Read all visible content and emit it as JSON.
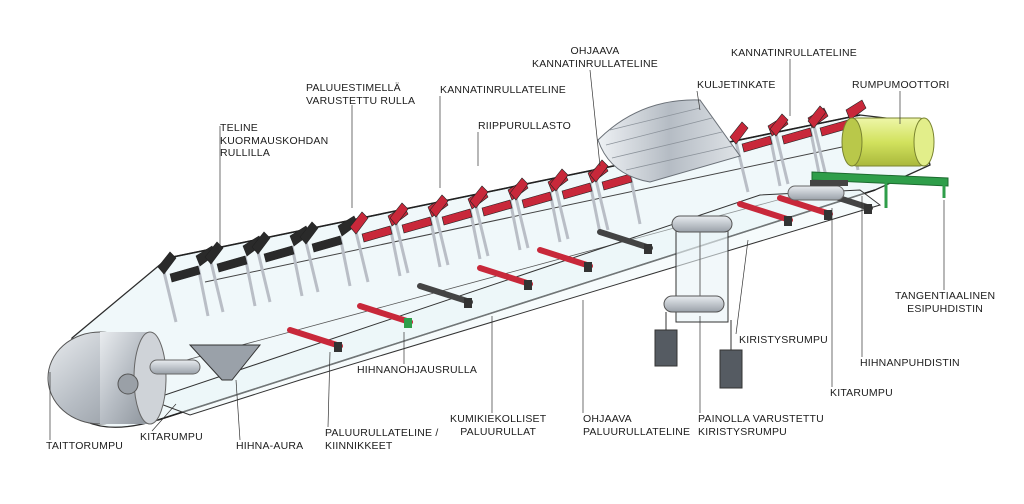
{
  "labels": {
    "taittorumpu": [
      "TAITTORUMPU"
    ],
    "kitarumpu_left": [
      "KITARUMPU"
    ],
    "hihna_aura": [
      "HIHNA-AURA"
    ],
    "paluurullateline_kiinnikkeet": [
      "PALUURULLATELINE /",
      "KIINNIKKEET"
    ],
    "kumikiekolliset": [
      "KUMIKIEKOLLISET",
      "PALUURULLAT"
    ],
    "ohjaava_paluurullateline": [
      "OHJAAVA",
      "PALUURULLATELINE"
    ],
    "painolla_kiristysrumpu": [
      "PAINOLLA VARUSTETTU",
      "KIRISTYSRUMPU"
    ],
    "kitarumpu_right": [
      "KITARUMPU"
    ],
    "hihnanpuhdistin": [
      "HIHNANPUHDISTIN"
    ],
    "kiristysrumpu": [
      "KIRISTYSRUMPU"
    ],
    "tangentiaalinen": [
      "TANGENTIAALINEN",
      "ESIPUHDISTIN"
    ],
    "hihnanohjausrulla": [
      "HIHNANOHJAUSRULLA"
    ],
    "teline_kuormaus": [
      "TELINE",
      "KUORMAUSKOHDAN",
      "RULLILLA"
    ],
    "paluuestimella": [
      "PALUUESTIMELLÄ",
      "VARUSTETTU RULLA"
    ],
    "kannatinrullateline_1": [
      "KANNATINRULLATELINE"
    ],
    "riippurullasto": [
      "RIIPPURULLASTO"
    ],
    "ohjaava_kannatin": [
      "OHJAAVA",
      "KANNATINRULLATELINE"
    ],
    "kuljetinkate": [
      "KULJETINKATE"
    ],
    "kannatinrullateline_2": [
      "KANNATINRULLATELINE"
    ],
    "rumpumoottori": [
      "RUMPUMOOTTORI"
    ]
  },
  "colors": {
    "belt": "#dff0f5",
    "belt_edge": "#333333",
    "idler_red": "#c8283a",
    "impact_black": "#2a2a2a",
    "frame_grey": "#b9bec6",
    "motor_yellow": "#d7e86a",
    "cover_grey": "#c9ced4",
    "green_part": "#2f9e4a",
    "leader": "#333333"
  }
}
